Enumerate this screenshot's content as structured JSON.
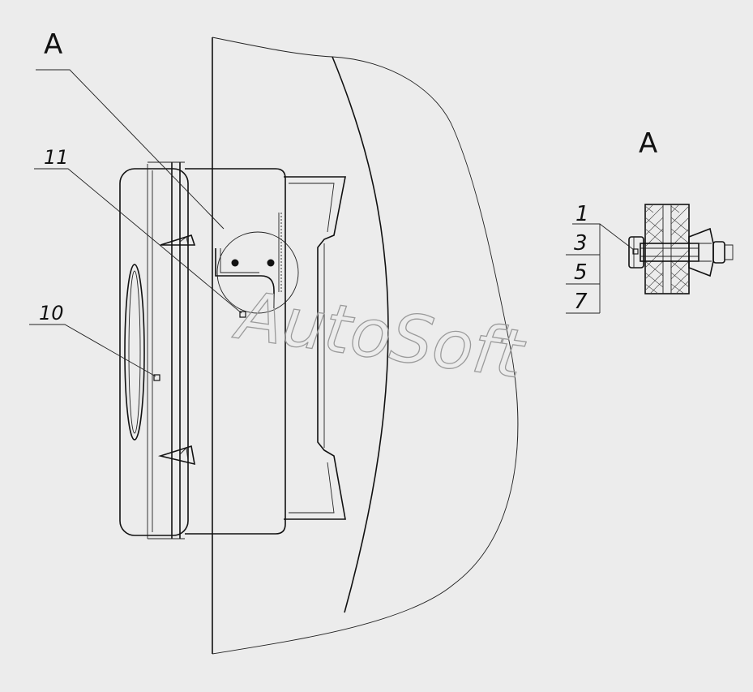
{
  "view_label_main": "A",
  "view_label_detail": "A",
  "callouts": {
    "c1": "1",
    "c3": "3",
    "c5": "5",
    "c7": "7",
    "c10": "10",
    "c11": "11"
  },
  "watermark": "AutoSoft"
}
